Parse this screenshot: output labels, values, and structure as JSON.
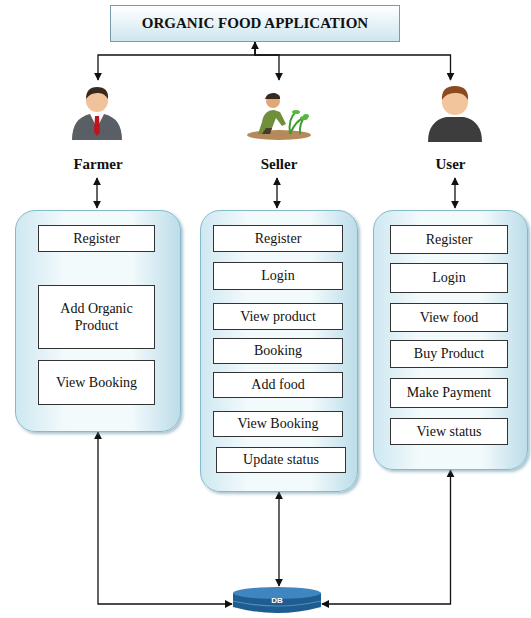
{
  "diagram": {
    "nodes": [
      {
        "text": [
          "ORGANIC FOOD APPLICATION"
        ]
      },
      {
        "text": [
          "Farmer"
        ]
      },
      {
        "text": [
          "Register"
        ],
        "in": 1
      },
      {
        "text": [
          "Add Organic Product"
        ],
        "in": 1
      },
      {
        "text": [
          "View Booking"
        ],
        "in": 1
      },
      {
        "text": [
          "Seller"
        ]
      },
      {
        "text": [
          "Register"
        ],
        "in": 5
      },
      {
        "text": [
          "Login"
        ],
        "in": 5
      },
      {
        "text": [
          "View product"
        ],
        "in": 5
      },
      {
        "text": [
          "Booking"
        ],
        "in": 5
      },
      {
        "text": [
          "Add food"
        ],
        "in": 5
      },
      {
        "text": [
          "View Booking"
        ],
        "in": 5
      },
      {
        "text": [
          "Update status"
        ],
        "in": 5
      },
      {
        "text": [
          "User"
        ]
      },
      {
        "text": [
          "Register"
        ],
        "in": 13
      },
      {
        "text": [
          "Login"
        ],
        "in": 13
      },
      {
        "text": [
          "View food"
        ],
        "in": 13
      },
      {
        "text": [
          "Buy Product"
        ],
        "in": 13
      },
      {
        "text": [
          "Make Payment"
        ],
        "in": 13
      },
      {
        "text": [
          "View status"
        ],
        "in": 13
      },
      {
        "text": [
          "DB"
        ]
      }
    ],
    "edges": [
      {
        "from": 0,
        "to": 1,
        "arrow": "to"
      },
      {
        "from": 0,
        "to": 5,
        "arrow": "both"
      },
      {
        "from": 0,
        "to": 13,
        "arrow": "to"
      },
      {
        "from": 1,
        "to": 20,
        "arrow": "both"
      },
      {
        "from": 5,
        "to": 20,
        "arrow": "both"
      },
      {
        "from": 13,
        "to": 20,
        "arrow": "both"
      }
    ]
  }
}
